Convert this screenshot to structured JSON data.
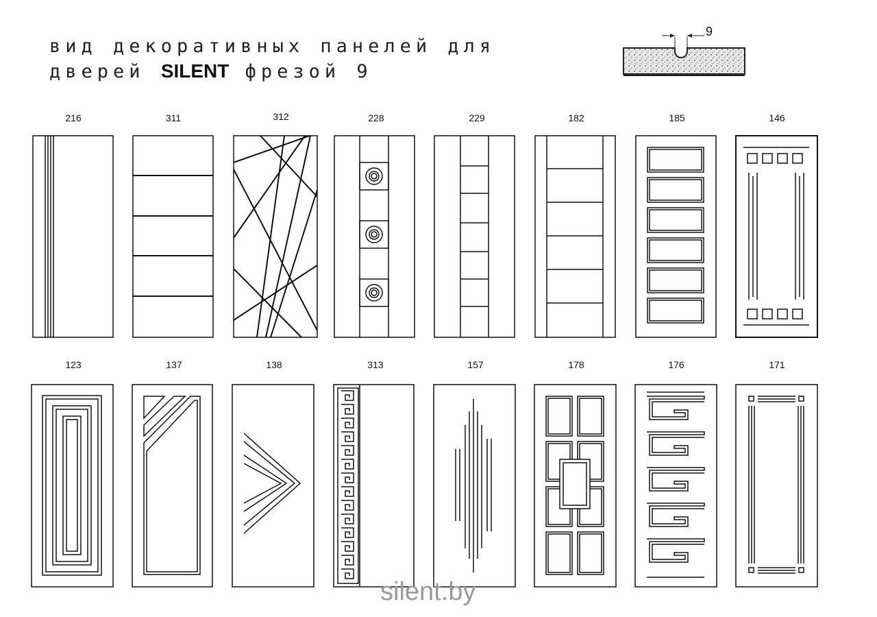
{
  "title": {
    "line1": "вид декоративных панелей для",
    "line2_prefix": "дверей",
    "brand": "SILENT",
    "line2_suffix": "фрезой 9"
  },
  "profile": {
    "dimension_label": "9"
  },
  "panels": [
    {
      "code": "216"
    },
    {
      "code": "311"
    },
    {
      "code": "312"
    },
    {
      "code": "228"
    },
    {
      "code": "229"
    },
    {
      "code": "182"
    },
    {
      "code": "185"
    },
    {
      "code": "146"
    },
    {
      "code": "123"
    },
    {
      "code": "137"
    },
    {
      "code": "138"
    },
    {
      "code": "313"
    },
    {
      "code": "157"
    },
    {
      "code": "178"
    },
    {
      "code": "176"
    },
    {
      "code": "171"
    }
  ],
  "watermark": "silent.by"
}
